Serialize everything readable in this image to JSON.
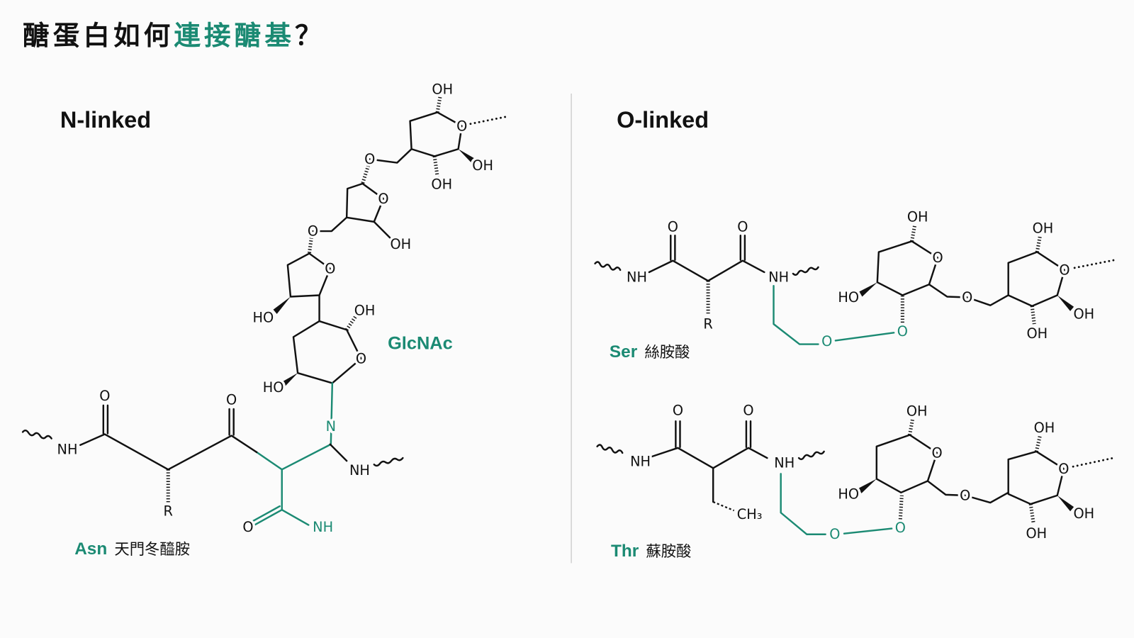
{
  "title": {
    "part1": "醣蛋白如何",
    "highlight": "連接醣基",
    "part2": "？"
  },
  "colors": {
    "accent": "#1b8a73",
    "ink": "#111111",
    "divider": "#cfcfcf",
    "background": "#fbfbfb"
  },
  "n_linked": {
    "heading": "N-linked",
    "glycan_label": "GlcNAc",
    "residue": {
      "code": "Asn",
      "name": "天門冬醯胺"
    },
    "glycan_atoms": [
      "OH",
      "O",
      "OH",
      "OH",
      "O",
      "O",
      "OH",
      "O",
      "O",
      "HO",
      "OH",
      "O",
      "HO"
    ],
    "linkage_atoms": [
      "N"
    ],
    "backbone_atoms": [
      "NH",
      "O",
      "R",
      "O",
      "NH"
    ],
    "side_chain_atoms": [
      "O",
      "NH"
    ]
  },
  "o_linked": {
    "heading": "O-linked",
    "ser": {
      "residue": {
        "code": "Ser",
        "name": "絲胺酸"
      },
      "backbone_atoms": [
        "NH",
        "O",
        "R",
        "O",
        "NH"
      ],
      "linkage_atoms": [
        "O",
        "O"
      ],
      "glycan_atoms": [
        "OH",
        "O",
        "HO",
        "O",
        "OH",
        "O",
        "OH",
        "OH"
      ]
    },
    "thr": {
      "residue": {
        "code": "Thr",
        "name": "蘇胺酸"
      },
      "backbone_atoms": [
        "NH",
        "O",
        "CH₃",
        "O",
        "NH"
      ],
      "linkage_atoms": [
        "O",
        "O"
      ],
      "glycan_atoms": [
        "OH",
        "O",
        "HO",
        "O",
        "OH",
        "O",
        "OH",
        "OH"
      ]
    }
  }
}
